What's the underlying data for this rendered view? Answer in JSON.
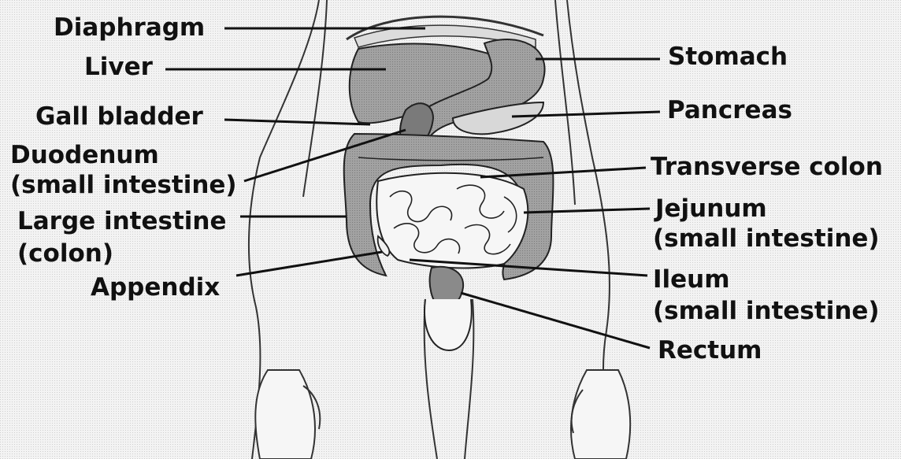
{
  "colors": {
    "background": "#ececec",
    "organ_fill": "#9a9a9a",
    "organ_dark": "#6e6e6e",
    "intestine_fill": "#f4f4f4",
    "outline": "#222222"
  },
  "labels": {
    "diaphragm": "Diaphragm",
    "liver": "Liver",
    "gall_bladder": "Gall bladder",
    "duodenum_line1": "Duodenum",
    "duodenum_line2": "(small intestine)",
    "large_intestine_line1": "Large intestine",
    "large_intestine_line2": "(colon)",
    "appendix": "Appendix",
    "stomach": "Stomach",
    "pancreas": "Pancreas",
    "transverse_colon": "Transverse colon",
    "jejunum_line1": "Jejunum",
    "jejunum_line2": "(small intestine)",
    "ileum_line1": "Ileum",
    "ileum_line2": "(small intestine)",
    "rectum": "Rectum"
  }
}
